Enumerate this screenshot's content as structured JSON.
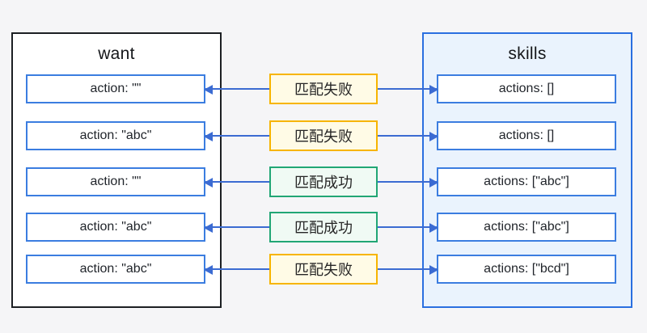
{
  "colors": {
    "page_bg": "#f5f5f7",
    "panel_left_border": "#1c1f23",
    "panel_right_border": "#2a6fe0",
    "panel_right_bg": "#eaf3fd",
    "item_border": "#3b7de0",
    "arrow": "#3b6bd2",
    "fail_border": "#f7b500",
    "fail_bg": "#fffbe6",
    "success_border": "#21a675",
    "success_bg": "#f0faf4",
    "title_text": "#15171a",
    "node_text": "#1f2329",
    "badge_text": "#262626"
  },
  "left_panel": {
    "title": "want",
    "items": [
      "action: \"\"",
      "action: \"abc\"",
      "action: \"\"",
      "action: \"abc\"",
      "action: \"abc\""
    ]
  },
  "right_panel": {
    "title": "skills",
    "items": [
      "actions: []",
      "actions: []",
      "actions: [\"abc\"]",
      "actions: [\"abc\"]",
      "actions: [\"bcd\"]"
    ]
  },
  "connectors": {
    "labels": [
      {
        "text": "匹配失败",
        "status": "fail"
      },
      {
        "text": "匹配失败",
        "status": "fail"
      },
      {
        "text": "匹配成功",
        "status": "success"
      },
      {
        "text": "匹配成功",
        "status": "success"
      },
      {
        "text": "匹配失败",
        "status": "fail"
      }
    ]
  }
}
